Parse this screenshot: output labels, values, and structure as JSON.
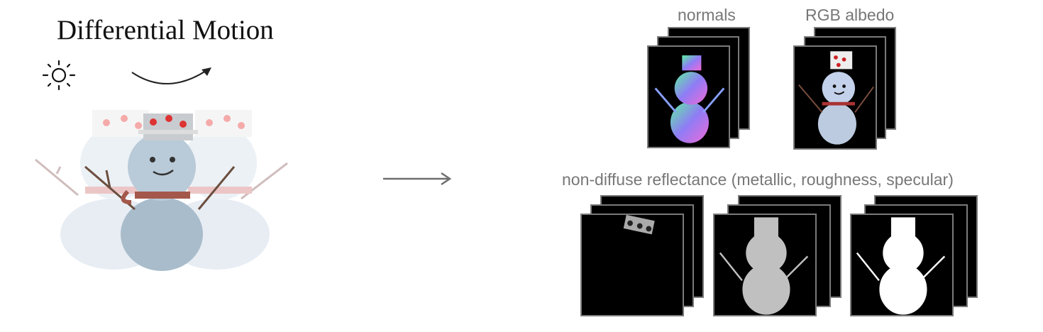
{
  "left": {
    "title": "Differential Motion"
  },
  "right": {
    "normals_label": "normals",
    "albedo_label": "RGB albedo",
    "reflectance_label": "non-diffuse reflectance (metallic, roughness, specular)"
  },
  "colors": {
    "label_gray": "#777777",
    "arrow_gray": "#6e6e6e",
    "frame_border": "#7a7a7a",
    "roughness_fill": "#c0c0c0",
    "specular_fill": "#ffffff"
  }
}
